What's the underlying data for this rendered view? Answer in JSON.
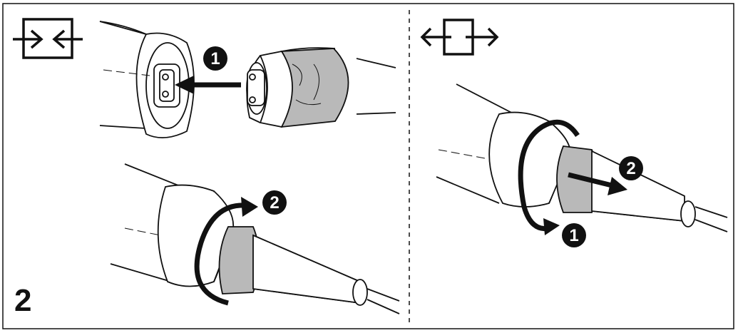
{
  "figure": {
    "step_number": "2",
    "panels": [
      {
        "name": "connect",
        "icon": "connect-arrows-icon",
        "markers": [
          "1",
          "2"
        ]
      },
      {
        "name": "disconnect",
        "icon": "disconnect-arrows-icon",
        "markers": [
          "1",
          "2"
        ]
      }
    ]
  },
  "colors": {
    "line": "#111111",
    "sleeve_fill": "#b9b9b9",
    "marker_fill": "#111111"
  }
}
